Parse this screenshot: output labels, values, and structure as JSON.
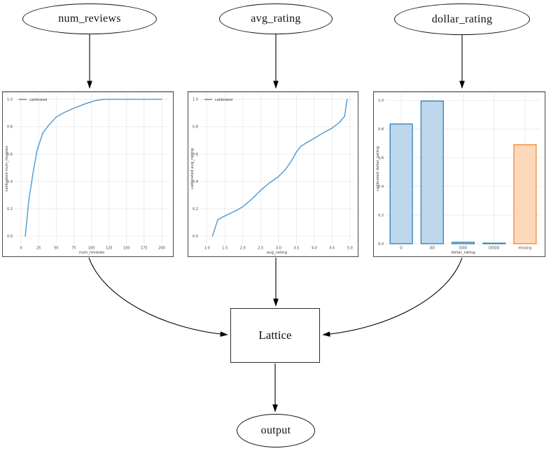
{
  "nodes": {
    "num_reviews": {
      "label": "num_reviews"
    },
    "avg_rating": {
      "label": "avg_rating"
    },
    "dollar_rating": {
      "label": "dollar_rating"
    },
    "lattice": {
      "label": "Lattice"
    },
    "output": {
      "label": "output"
    }
  },
  "palette": {
    "line_blue": "#4a98d3",
    "bar_blue_fill": "#bdd7ec",
    "bar_blue_stroke": "#2d7fb8",
    "bar_orange_fill": "#fdd9bb",
    "bar_orange_stroke": "#f5882a",
    "grid": "#e7e7e7",
    "tick_text": "#3d3d3d",
    "edge": "#000000"
  },
  "chart_data": [
    {
      "type": "line",
      "title": "",
      "xlabel": "num_reviews",
      "ylabel": "calibrated num_reviews",
      "legend": [
        "calibrated"
      ],
      "legend_position": "upper left",
      "grid": true,
      "xlim": [
        -9,
        210
      ],
      "ylim": [
        -0.055,
        1.04
      ],
      "xticks": [
        0,
        25,
        50,
        75,
        100,
        125,
        150,
        175,
        200
      ],
      "xtick_labels": [
        "0",
        "25",
        "50",
        "75",
        "100",
        "125",
        "150",
        "175",
        "200"
      ],
      "yticks": [
        0.0,
        0.2,
        0.4,
        0.6,
        0.8,
        1.0
      ],
      "ytick_labels": [
        "0.0",
        "0.2",
        "0.4",
        "0.6",
        "0.8",
        "1.0"
      ],
      "series": [
        {
          "name": "calibrated",
          "color": "line_blue",
          "x": [
            6,
            11,
            17,
            23,
            31,
            40,
            50,
            62,
            75,
            90,
            105,
            118,
            200
          ],
          "y": [
            0.0,
            0.26,
            0.46,
            0.63,
            0.755,
            0.815,
            0.87,
            0.905,
            0.935,
            0.965,
            0.99,
            1.0,
            1.0
          ]
        }
      ]
    },
    {
      "type": "line",
      "title": "",
      "xlabel": "avg_rating",
      "ylabel": "calibrated avg_rating",
      "legend": [
        "calibrated"
      ],
      "legend_position": "upper left",
      "grid": true,
      "xlim": [
        0.81,
        5.1
      ],
      "ylim": [
        -0.055,
        1.04
      ],
      "xticks": [
        1.0,
        1.5,
        2.0,
        2.5,
        3.0,
        3.5,
        4.0,
        4.5,
        5.0
      ],
      "xtick_labels": [
        "1.0",
        "1.5",
        "2.0",
        "2.5",
        "3.0",
        "3.5",
        "4.0",
        "4.5",
        "5.0"
      ],
      "yticks": [
        0.0,
        0.2,
        0.4,
        0.6,
        0.8,
        1.0
      ],
      "ytick_labels": [
        "0.0",
        "0.2",
        "0.4",
        "0.6",
        "0.8",
        "1.0"
      ],
      "series": [
        {
          "name": "calibrated",
          "color": "line_blue",
          "x": [
            1.15,
            1.3,
            1.55,
            1.8,
            2.0,
            2.25,
            2.5,
            2.75,
            3.0,
            3.2,
            3.35,
            3.5,
            3.62,
            3.8,
            4.0,
            4.25,
            4.5,
            4.7,
            4.85,
            4.92
          ],
          "y": [
            0.0,
            0.12,
            0.155,
            0.185,
            0.215,
            0.27,
            0.335,
            0.39,
            0.435,
            0.49,
            0.545,
            0.615,
            0.655,
            0.685,
            0.715,
            0.755,
            0.79,
            0.83,
            0.875,
            1.0
          ]
        }
      ]
    },
    {
      "type": "bar",
      "title": "",
      "xlabel": "dollar_rating",
      "ylabel": "calibrated dollar_rating",
      "grid": true,
      "ylim": [
        0,
        1.045
      ],
      "categories": [
        "D",
        "DD",
        "DDD",
        "DDDD",
        "missing"
      ],
      "values": [
        0.835,
        0.995,
        0.01,
        0.003,
        0.69
      ],
      "bar_colors": [
        "blue",
        "blue",
        "blue",
        "blue",
        "orange"
      ],
      "yticks": [
        0.0,
        0.2,
        0.4,
        0.6,
        0.8,
        1.0
      ],
      "ytick_labels": [
        "0.0",
        "0.2",
        "0.4",
        "0.6",
        "0.8",
        "1.0"
      ]
    }
  ]
}
